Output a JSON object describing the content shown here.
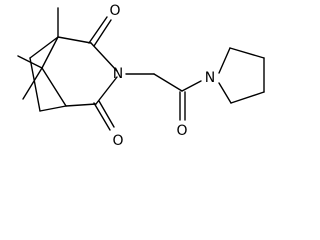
{
  "molecule": {
    "atoms": {
      "o_top": "O",
      "n_imide": "N",
      "o_bottom": "O",
      "o_amide": "O",
      "n_pyrrolidine": "N"
    }
  },
  "colors": {
    "bond": "#000000",
    "label": "#000000",
    "background": "#ffffff"
  }
}
